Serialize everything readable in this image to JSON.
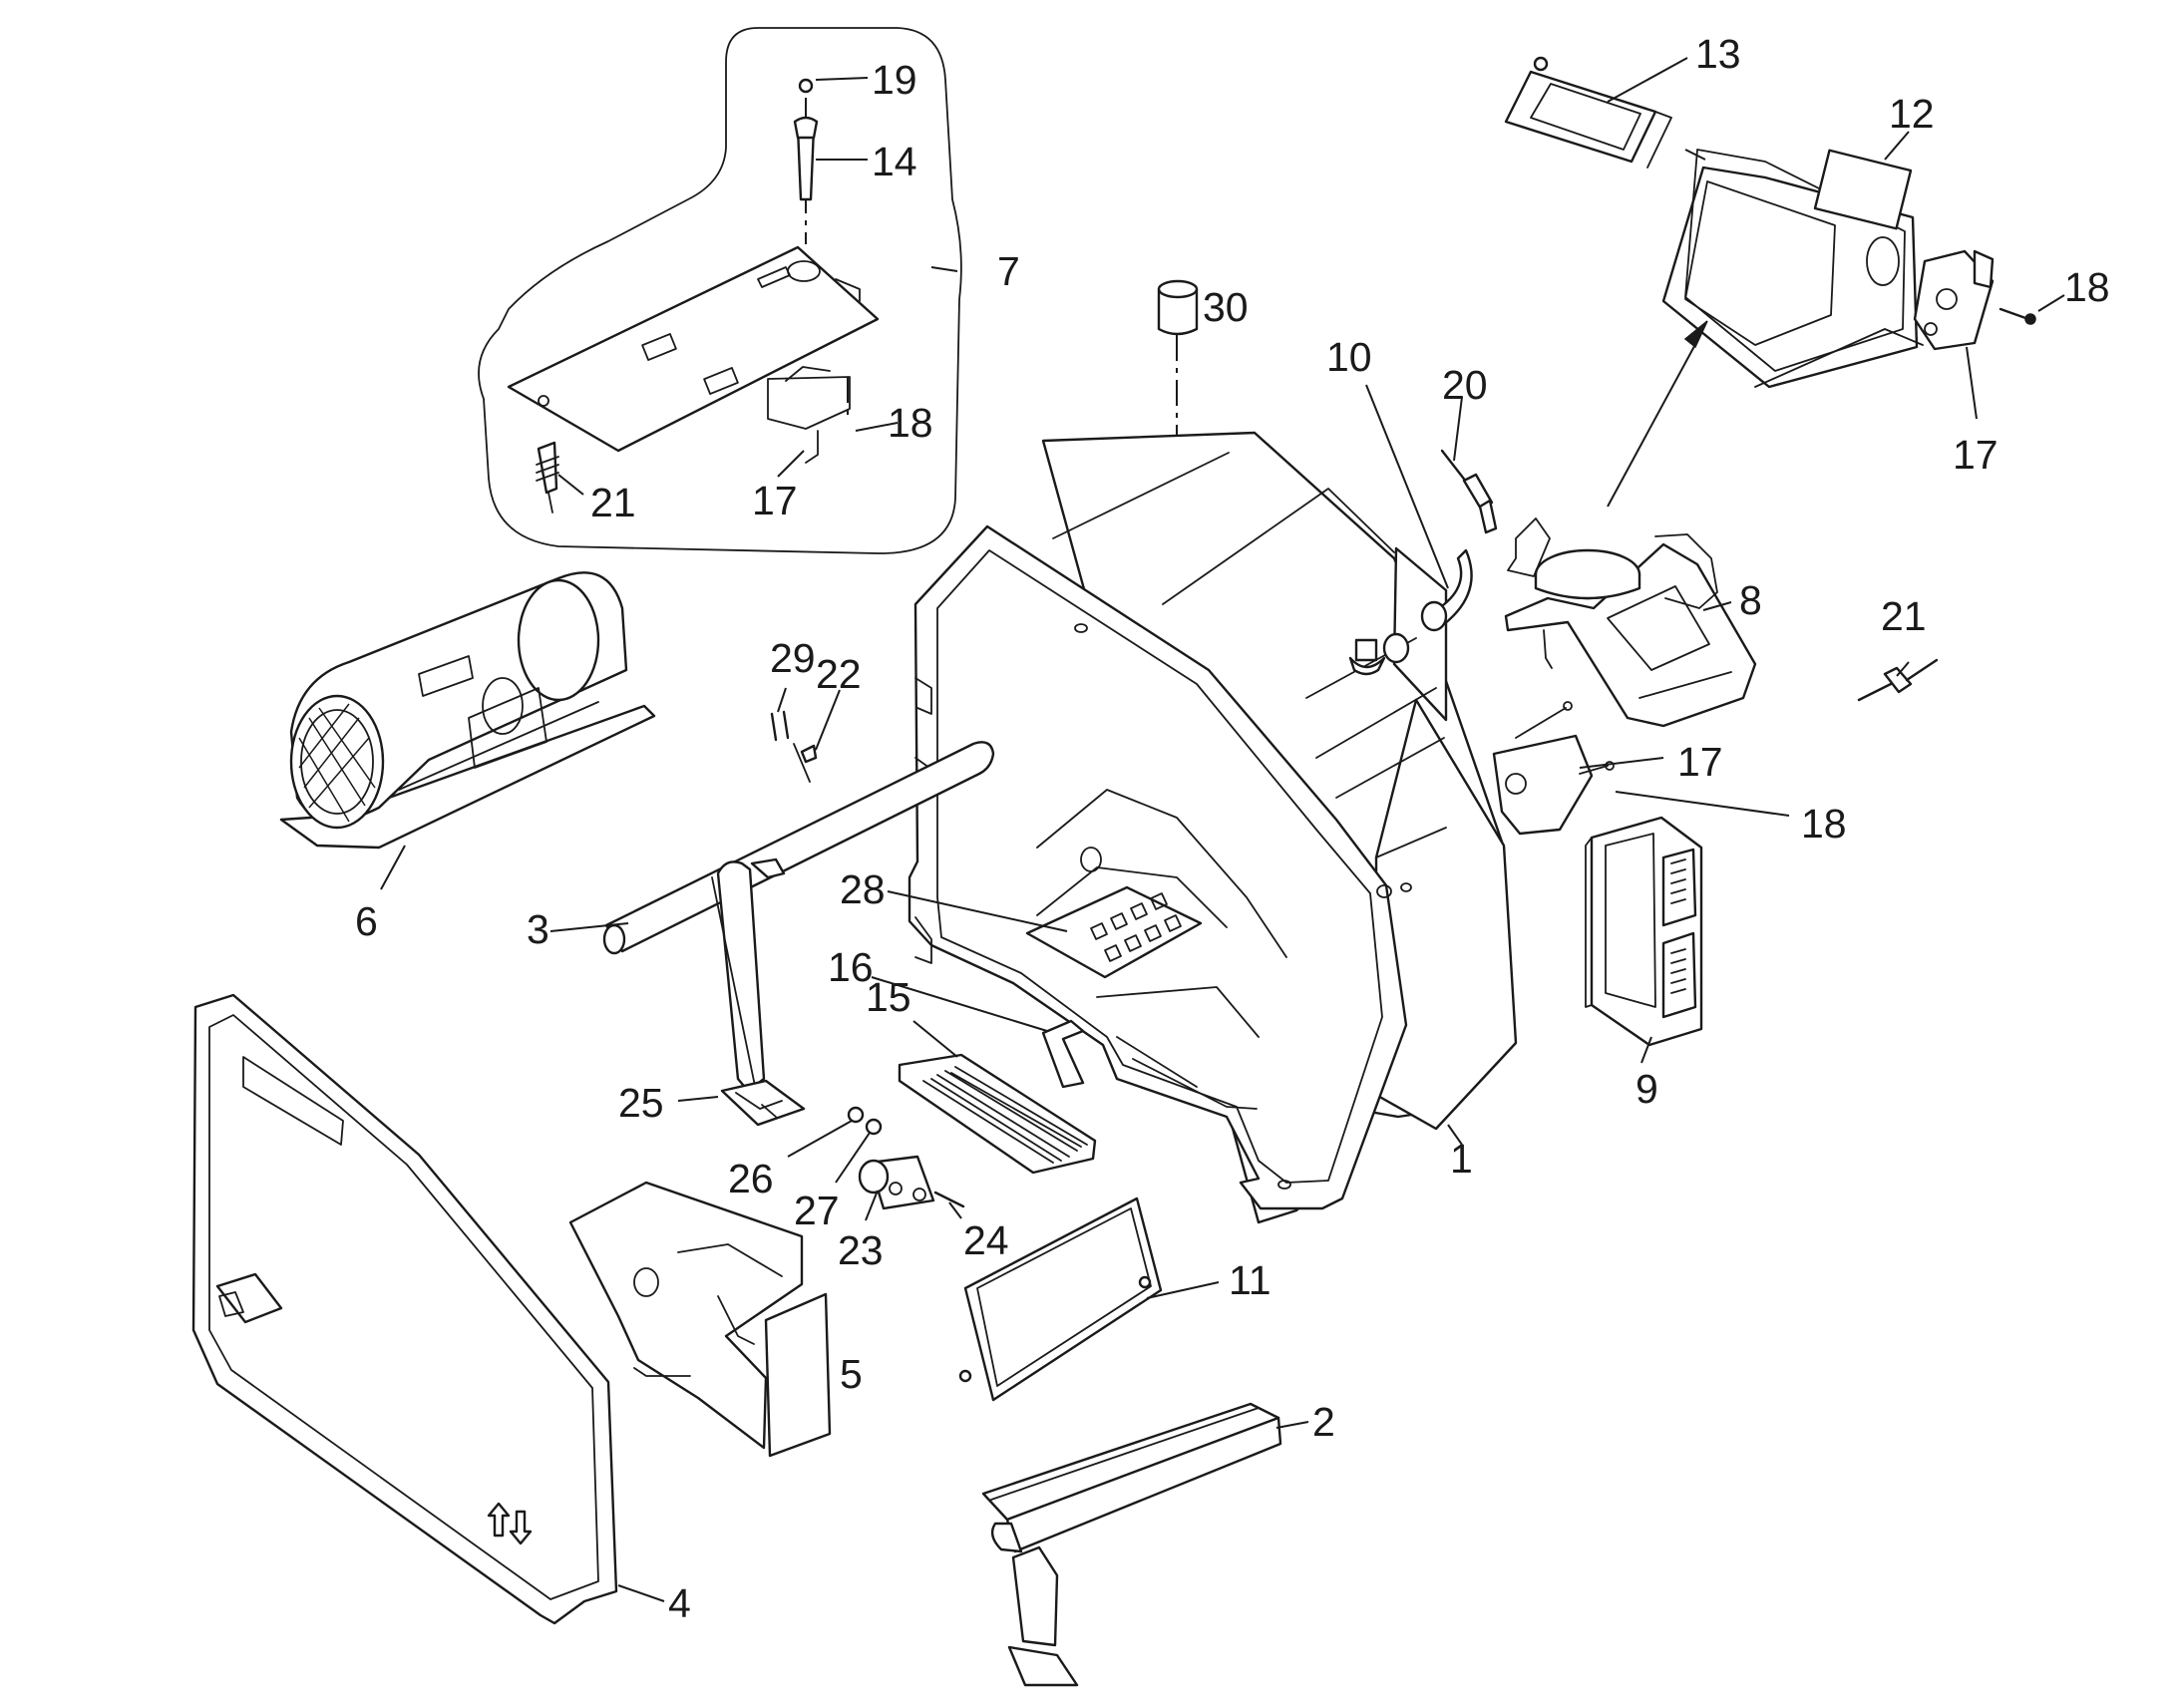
{
  "callouts": {
    "c1": "1",
    "c2": "2",
    "c3": "3",
    "c4": "4",
    "c5": "5",
    "c6": "6",
    "c7": "7",
    "c8": "8",
    "c9": "9",
    "c10": "10",
    "c11": "11",
    "c12": "12",
    "c13": "13",
    "c14": "14",
    "c15": "15",
    "c16": "16",
    "c17a": "17",
    "c17b": "17",
    "c17c": "17",
    "c18a": "18",
    "c18b": "18",
    "c18c": "18",
    "c19": "19",
    "c20": "20",
    "c21a": "21",
    "c21b": "21",
    "c22": "22",
    "c23": "23",
    "c24": "24",
    "c25": "25",
    "c26": "26",
    "c27": "27",
    "c28": "28",
    "c29": "29",
    "c30": "30"
  }
}
